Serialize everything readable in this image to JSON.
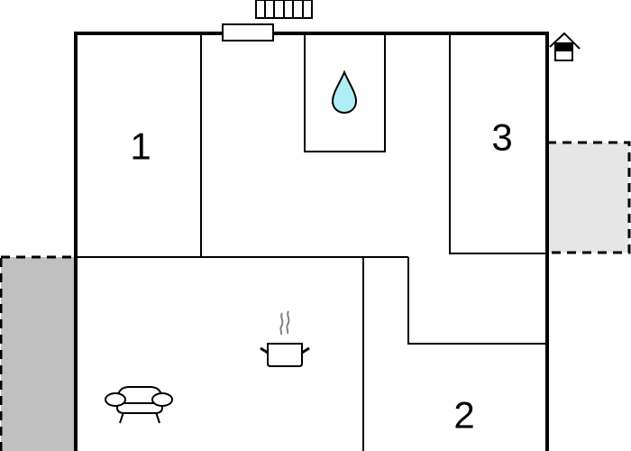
{
  "diagram": {
    "type": "floor-plan",
    "rooms": [
      {
        "id": "room-1",
        "label": "1",
        "type": "bedroom"
      },
      {
        "id": "room-2",
        "label": "2",
        "type": "bedroom"
      },
      {
        "id": "room-3",
        "label": "3",
        "type": "bedroom"
      },
      {
        "id": "bathroom",
        "label": "",
        "icon": "water-drop-icon"
      },
      {
        "id": "kitchen-living",
        "label": "",
        "icons": [
          "cooking-pot-icon",
          "sofa-icon"
        ]
      }
    ],
    "symbols": {
      "entrance": "house-entrance-icon",
      "stairs": "stairs-icon",
      "window": "window-icon"
    },
    "outdoor_areas": [
      {
        "id": "terrace-left",
        "fill": "#c0c0c0",
        "border": "dashed"
      },
      {
        "id": "terrace-right",
        "fill": "#e6e6e6",
        "border": "dashed"
      }
    ],
    "colors": {
      "wall": "#000000",
      "water": "#aeeef4",
      "steam": "#808080",
      "terrace_dark": "#c0c0c0",
      "terrace_light": "#e6e6e6"
    }
  }
}
